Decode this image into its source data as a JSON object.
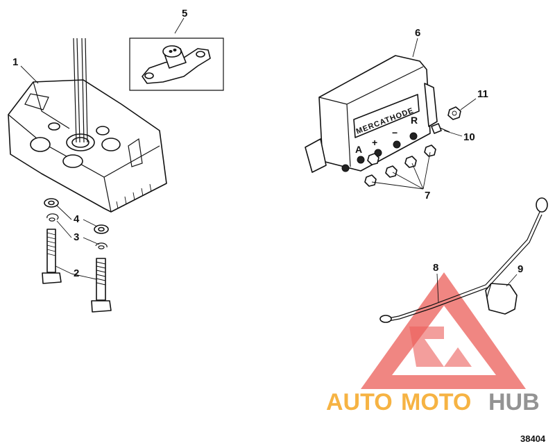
{
  "callouts": [
    {
      "id": "1",
      "text": "1"
    },
    {
      "id": "2",
      "text": "2"
    },
    {
      "id": "3",
      "text": "3"
    },
    {
      "id": "4",
      "text": "4"
    },
    {
      "id": "5",
      "text": "5"
    },
    {
      "id": "6",
      "text": "6"
    },
    {
      "id": "7",
      "text": "7"
    },
    {
      "id": "8",
      "text": "8"
    },
    {
      "id": "9",
      "text": "9"
    },
    {
      "id": "10",
      "text": "10"
    },
    {
      "id": "11",
      "text": "11"
    }
  ],
  "controller": {
    "label": "MERCATHODE",
    "terminal_a": "A",
    "terminal_plus": "+",
    "terminal_minus": "−",
    "terminal_r": "R"
  },
  "watermark": {
    "text_auto": "AUTO",
    "text_moto": "MOTO",
    "text_hub": "HUB",
    "color_red": "#e8413c",
    "color_yellow": "#f5a623",
    "color_gray": "#888888"
  },
  "figure_ref": "38404"
}
